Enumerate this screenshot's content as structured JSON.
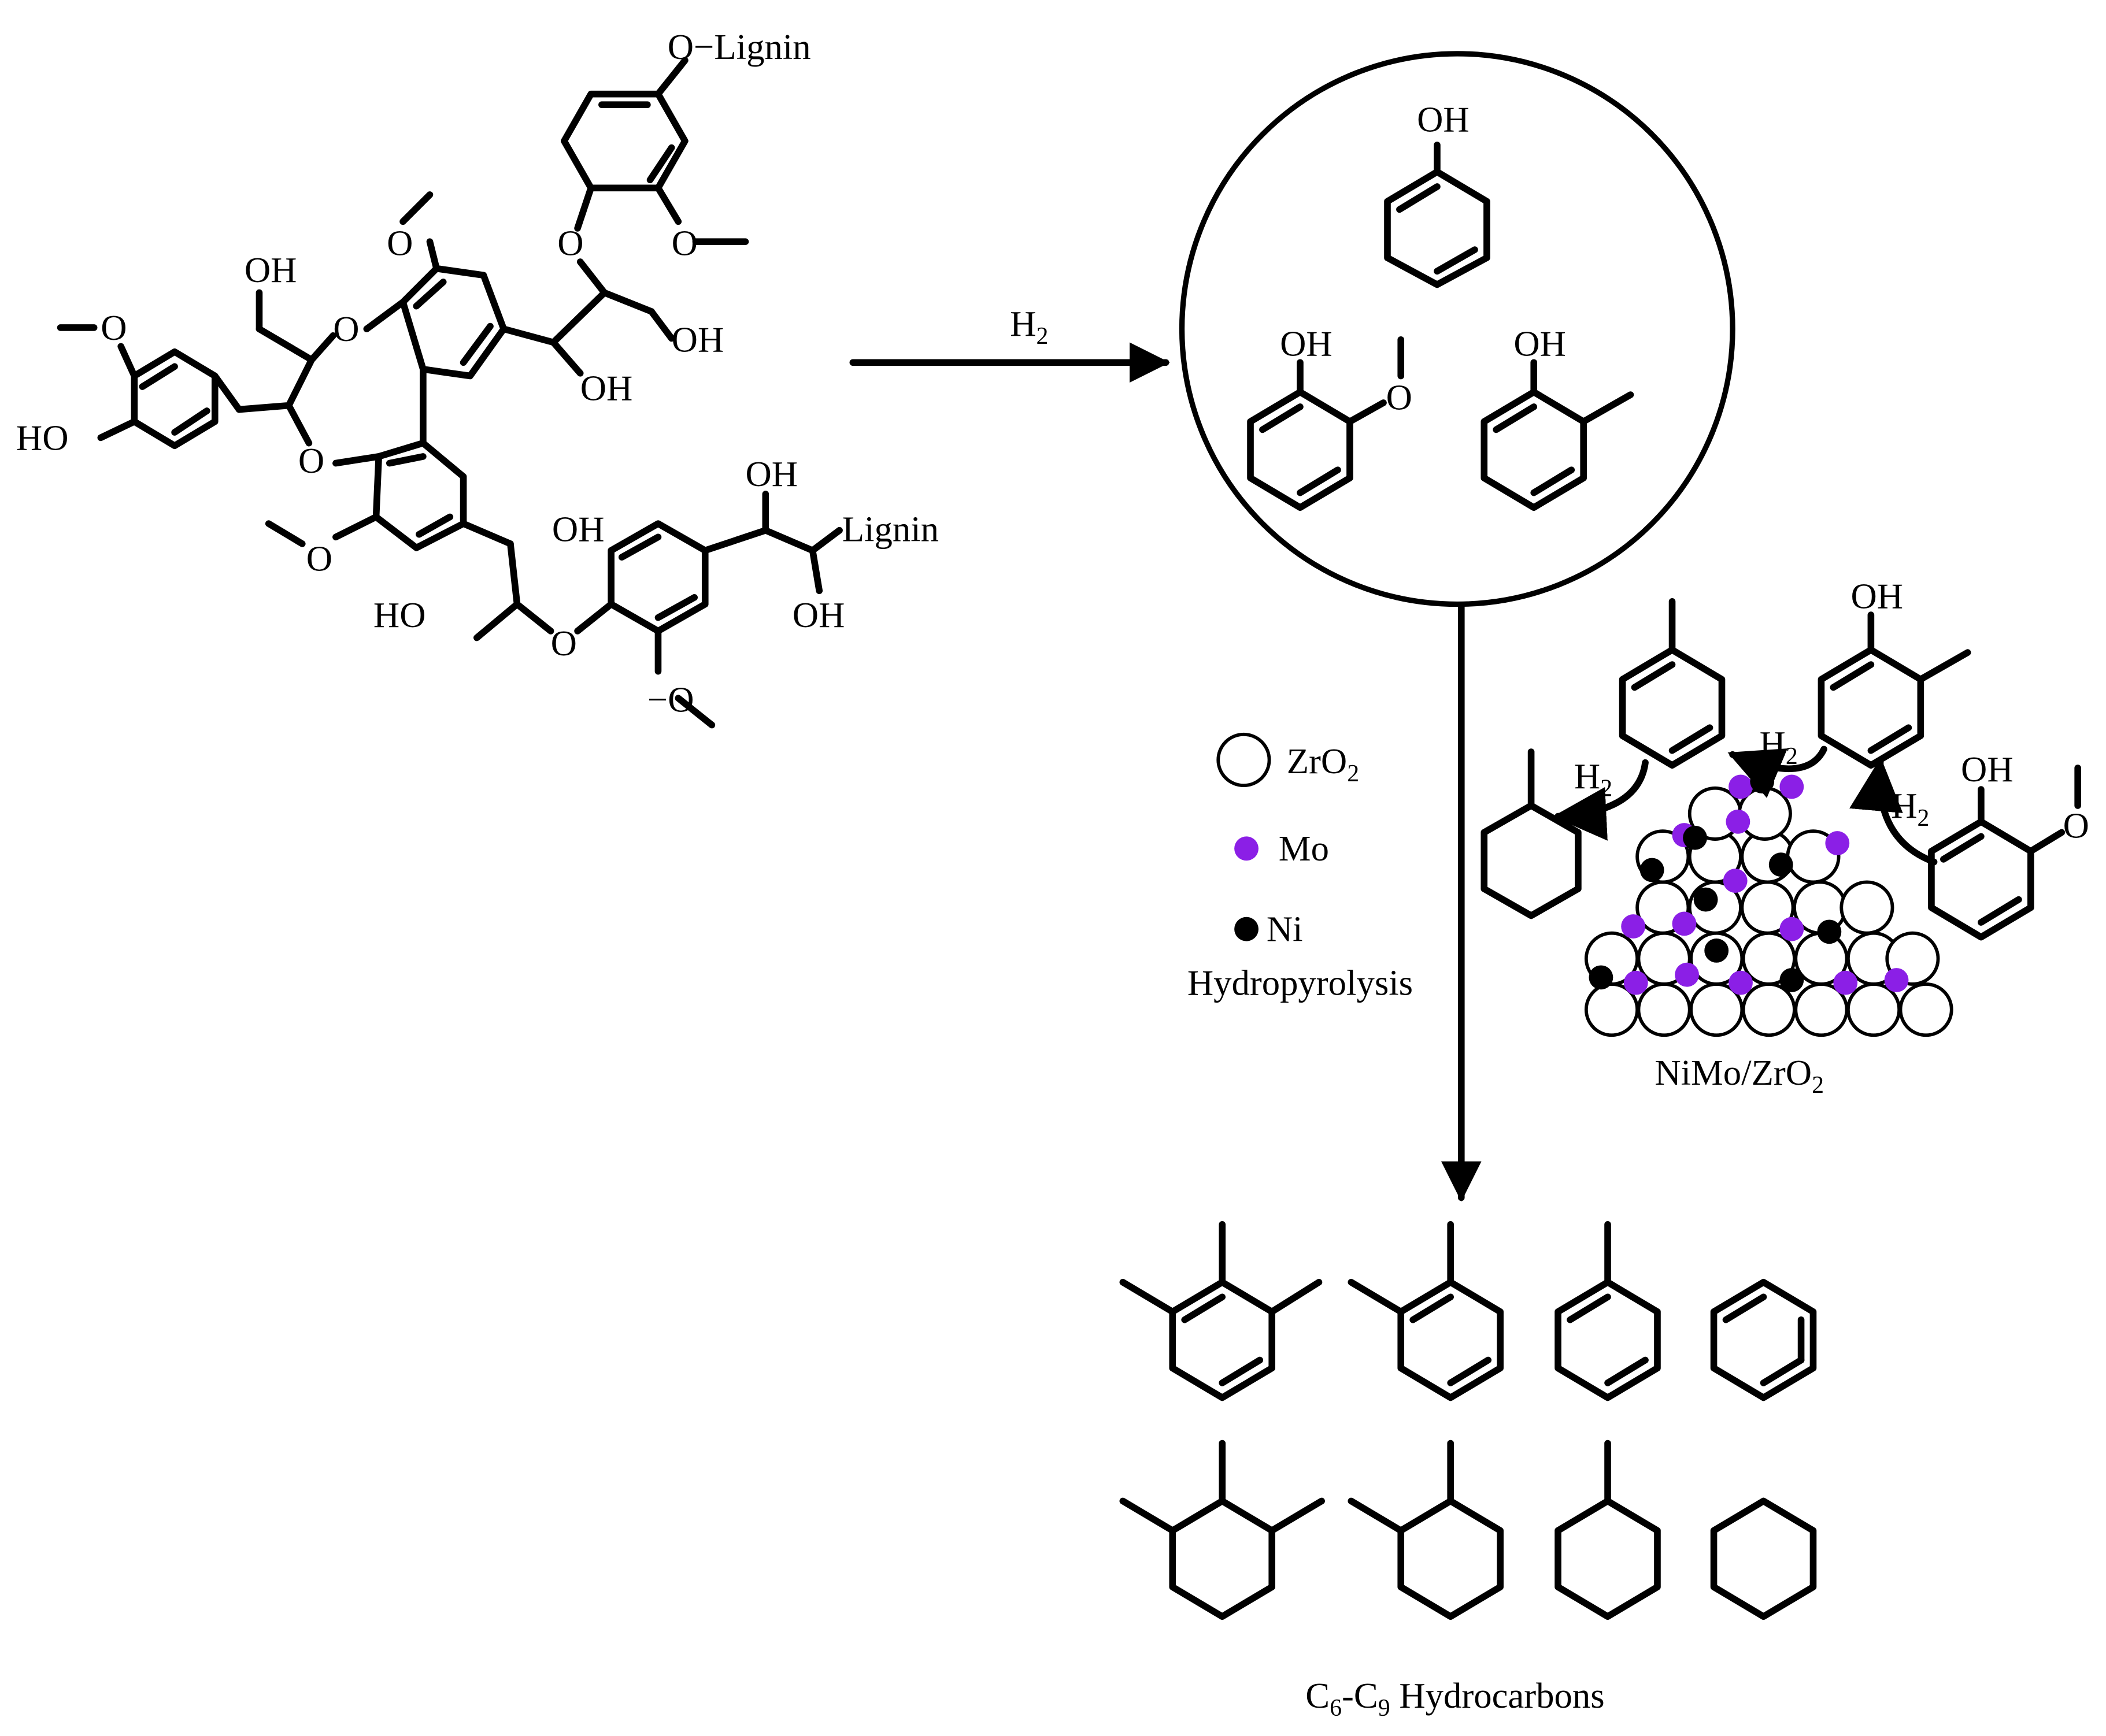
{
  "lignin": {
    "labels": [
      "O−Lignin",
      "OH",
      "OH",
      "OH",
      "OH",
      "OH",
      "OH",
      "HO",
      "HO",
      "O",
      "O",
      "O",
      "O",
      "O",
      "O",
      "O",
      "O",
      "−O",
      "Lignin"
    ]
  },
  "arrow_h2": {
    "main": "H",
    "sub": "2"
  },
  "intermediates": {
    "phenol_oh": "OH",
    "guaiacol_oh": "OH",
    "guaiacol_o": "O",
    "cresol_oh": "OH"
  },
  "legend": {
    "zro2": {
      "main": "ZrO",
      "sub": "2"
    },
    "mo": "Mo",
    "ni": "Ni",
    "process": "Hydropyrolysis"
  },
  "catalyst": {
    "label_main": "NiMo/ZrO",
    "label_sub": "2",
    "h2_main": "H",
    "h2_sub": "2",
    "guaiacol_oh": "OH",
    "guaiacol_o": "O",
    "cresol_oh": "OH",
    "colors": {
      "mo": "#8b1fe6",
      "ni": "#000000",
      "zro2": "#ffffff"
    }
  },
  "products": {
    "c_main_1": "C",
    "c_sub_1": "6",
    "dash": "-",
    "c_main_2": "C",
    "c_sub_2": "9",
    "rest": " Hydrocarbons"
  }
}
